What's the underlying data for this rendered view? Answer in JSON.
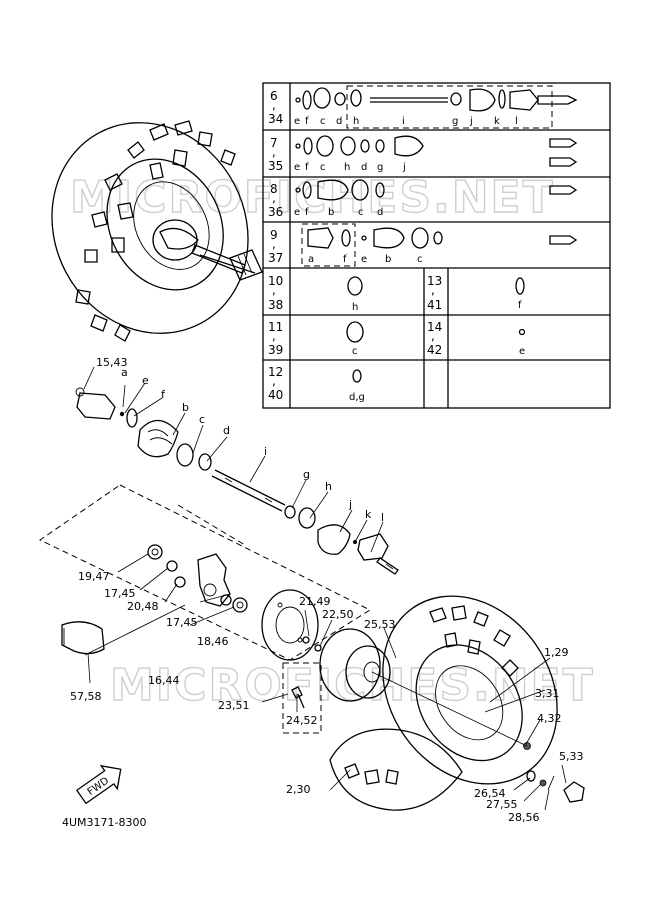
{
  "doc_code": "4UM3171-8300",
  "watermark": "MICROFICHES.NET",
  "fwd_badge": "FWD",
  "table": {
    "rows": [
      {
        "num": "6\n,\n34",
        "parts": [
          "e",
          "f",
          "c",
          "d",
          "h",
          "i",
          "g",
          "j",
          "k",
          "l"
        ]
      },
      {
        "num": "7\n,\n35",
        "parts": [
          "e",
          "f",
          "c",
          "h",
          "d",
          "g",
          "j"
        ]
      },
      {
        "num": "8\n,\n36",
        "parts": [
          "e",
          "f",
          "b",
          "c",
          "d"
        ]
      },
      {
        "num": "9\n,\n37",
        "parts": [
          "a",
          "f",
          "e",
          "b",
          "c"
        ]
      }
    ],
    "cells": [
      {
        "num": "10\n,\n38",
        "part": "h"
      },
      {
        "num": "13\n,\n41",
        "part": "f"
      },
      {
        "num": "11\n,\n39",
        "part": "c"
      },
      {
        "num": "14\n,\n42",
        "part": "e"
      },
      {
        "num": "12\n,\n40",
        "part": "d,g"
      }
    ]
  },
  "callouts": {
    "c15_43": "15,43",
    "a": "a",
    "e": "e",
    "f": "f",
    "b": "b",
    "c": "c",
    "d": "d",
    "i": "i",
    "g": "g",
    "h": "h",
    "j": "j",
    "k": "k",
    "l": "l",
    "c19_47": "19,47",
    "c17_45a": "17,45",
    "c20_48": "20,48",
    "c17_45b": "17,45",
    "c18_46": "18,46",
    "c16_44": "16,44",
    "c57_58": "57,58",
    "c21_49": "21,49",
    "c22_50": "22,50",
    "c25_53": "25,53",
    "c1_29": "1,29",
    "c3_31": "3,31",
    "c4_32": "4,32",
    "c5_33": "5,33",
    "c23_51": "23,51",
    "c24_52": "24,52",
    "c2_30": "2,30",
    "c26_54": "26,54",
    "c27_55": "27,55",
    "c28_56": "28,56"
  }
}
